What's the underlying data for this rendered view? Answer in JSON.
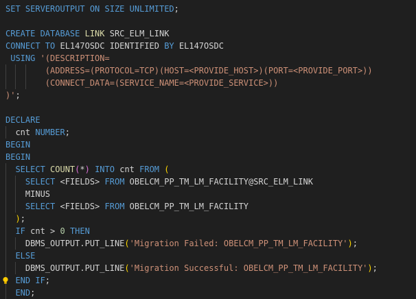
{
  "editor": {
    "background": "#1f1f1f",
    "colors": {
      "kw": "#569cd6",
      "plain": "#d4d4d4",
      "str": "#ce9178",
      "num": "#b5cea8",
      "fn": "#dcdcaa",
      "br1": "#ffd700",
      "br2": "#da70d6"
    },
    "lightbulb_icon": "lightbulb-icon",
    "lines": [
      {
        "guides": 0,
        "tokens": [
          {
            "t": "SET SERVEROUTPUT ",
            "c": "kw"
          },
          {
            "t": "ON SIZE UNLIMITED",
            "c": "kw"
          },
          {
            "t": ";",
            "c": "plain"
          }
        ]
      },
      {
        "guides": 0,
        "tokens": []
      },
      {
        "guides": 0,
        "tokens": [
          {
            "t": "CREATE DATABASE ",
            "c": "kw"
          },
          {
            "t": "LINK",
            "c": "fn"
          },
          {
            "t": " SRC_ELM_LINK",
            "c": "plain"
          }
        ]
      },
      {
        "guides": 0,
        "tokens": [
          {
            "t": "CONNECT TO ",
            "c": "kw"
          },
          {
            "t": "EL147OSDC IDENTIFIED ",
            "c": "plain"
          },
          {
            "t": "BY ",
            "c": "kw"
          },
          {
            "t": "EL147OSDC",
            "c": "plain"
          }
        ]
      },
      {
        "guides": 0,
        "tokens": [
          {
            "t": " USING ",
            "c": "kw"
          },
          {
            "t": "'(DESCRIPTION=",
            "c": "str"
          }
        ]
      },
      {
        "guides": 3,
        "tokens": [
          {
            "t": "        (ADDRESS=(PROTOCOL=TCP)(HOST=<PROVIDE_HOST>)(PORT=<PROVIDE_PORT>))",
            "c": "str"
          }
        ]
      },
      {
        "guides": 3,
        "tokens": [
          {
            "t": "        (CONNECT_DATA=(SERVICE_NAME=<PROVIDE_SERVICE>))",
            "c": "str"
          }
        ]
      },
      {
        "guides": 0,
        "tokens": [
          {
            "t": ")'",
            "c": "str"
          },
          {
            "t": ";",
            "c": "plain"
          }
        ]
      },
      {
        "guides": 0,
        "tokens": []
      },
      {
        "guides": 0,
        "tokens": [
          {
            "t": "DECLARE",
            "c": "kw"
          }
        ]
      },
      {
        "guides": 1,
        "tokens": [
          {
            "t": "  cnt ",
            "c": "plain"
          },
          {
            "t": "NUMBER",
            "c": "kw"
          },
          {
            "t": ";",
            "c": "plain"
          }
        ]
      },
      {
        "guides": 0,
        "tokens": [
          {
            "t": "BEGIN",
            "c": "kw"
          }
        ]
      },
      {
        "guides": 0,
        "tokens": [
          {
            "t": "BEGIN",
            "c": "kw"
          }
        ]
      },
      {
        "guides": 1,
        "tokens": [
          {
            "t": "  SELECT ",
            "c": "kw"
          },
          {
            "t": "COUNT",
            "c": "fn"
          },
          {
            "t": "(",
            "c": "br2"
          },
          {
            "t": "*",
            "c": "plain"
          },
          {
            "t": ")",
            "c": "br2"
          },
          {
            "t": " INTO ",
            "c": "kw"
          },
          {
            "t": "cnt ",
            "c": "plain"
          },
          {
            "t": "FROM ",
            "c": "kw"
          },
          {
            "t": "(",
            "c": "br1"
          }
        ]
      },
      {
        "guides": 2,
        "tokens": [
          {
            "t": "    SELECT ",
            "c": "kw"
          },
          {
            "t": "<FIELDS> ",
            "c": "plain"
          },
          {
            "t": "FROM ",
            "c": "kw"
          },
          {
            "t": "OBELCM_PP_TM_LM_FACILITY@SRC_ELM_LINK",
            "c": "plain"
          }
        ]
      },
      {
        "guides": 2,
        "tokens": [
          {
            "t": "    MINUS",
            "c": "plain"
          }
        ]
      },
      {
        "guides": 2,
        "tokens": [
          {
            "t": "    SELECT ",
            "c": "kw"
          },
          {
            "t": "<FIELDS> ",
            "c": "plain"
          },
          {
            "t": "FROM ",
            "c": "kw"
          },
          {
            "t": "OBELCM_PP_TM_LM_FACILITY",
            "c": "plain"
          }
        ]
      },
      {
        "guides": 1,
        "tokens": [
          {
            "t": "  ",
            "c": "plain"
          },
          {
            "t": ")",
            "c": "br1"
          },
          {
            "t": ";",
            "c": "plain"
          }
        ]
      },
      {
        "guides": 1,
        "tokens": [
          {
            "t": "  IF ",
            "c": "kw"
          },
          {
            "t": "cnt > ",
            "c": "plain"
          },
          {
            "t": "0",
            "c": "num"
          },
          {
            "t": " THEN",
            "c": "kw"
          }
        ]
      },
      {
        "guides": 2,
        "tokens": [
          {
            "t": "    DBMS_OUTPUT.PUT_LINE",
            "c": "plain"
          },
          {
            "t": "(",
            "c": "br1"
          },
          {
            "t": "'Migration Failed: OBELCM_PP_TM_LM_FACILITY'",
            "c": "str"
          },
          {
            "t": ")",
            "c": "br1"
          },
          {
            "t": ";",
            "c": "plain"
          }
        ]
      },
      {
        "guides": 1,
        "tokens": [
          {
            "t": "  ELSE",
            "c": "kw"
          }
        ]
      },
      {
        "guides": 2,
        "tokens": [
          {
            "t": "    DBMS_OUTPUT.PUT_LINE",
            "c": "plain"
          },
          {
            "t": "(",
            "c": "br1"
          },
          {
            "t": "'Migration Successful: OBELCM_PP_TM_LM_FACILITY'",
            "c": "str"
          },
          {
            "t": ")",
            "c": "br1"
          },
          {
            "t": ";",
            "c": "plain"
          }
        ]
      },
      {
        "guides": 1,
        "bulb": true,
        "tokens": [
          {
            "t": "  END IF",
            "c": "kw"
          },
          {
            "t": ";",
            "c": "plain"
          }
        ]
      },
      {
        "guides": 1,
        "tokens": [
          {
            "t": "  END",
            "c": "kw"
          },
          {
            "t": ";",
            "c": "plain"
          }
        ]
      }
    ]
  }
}
